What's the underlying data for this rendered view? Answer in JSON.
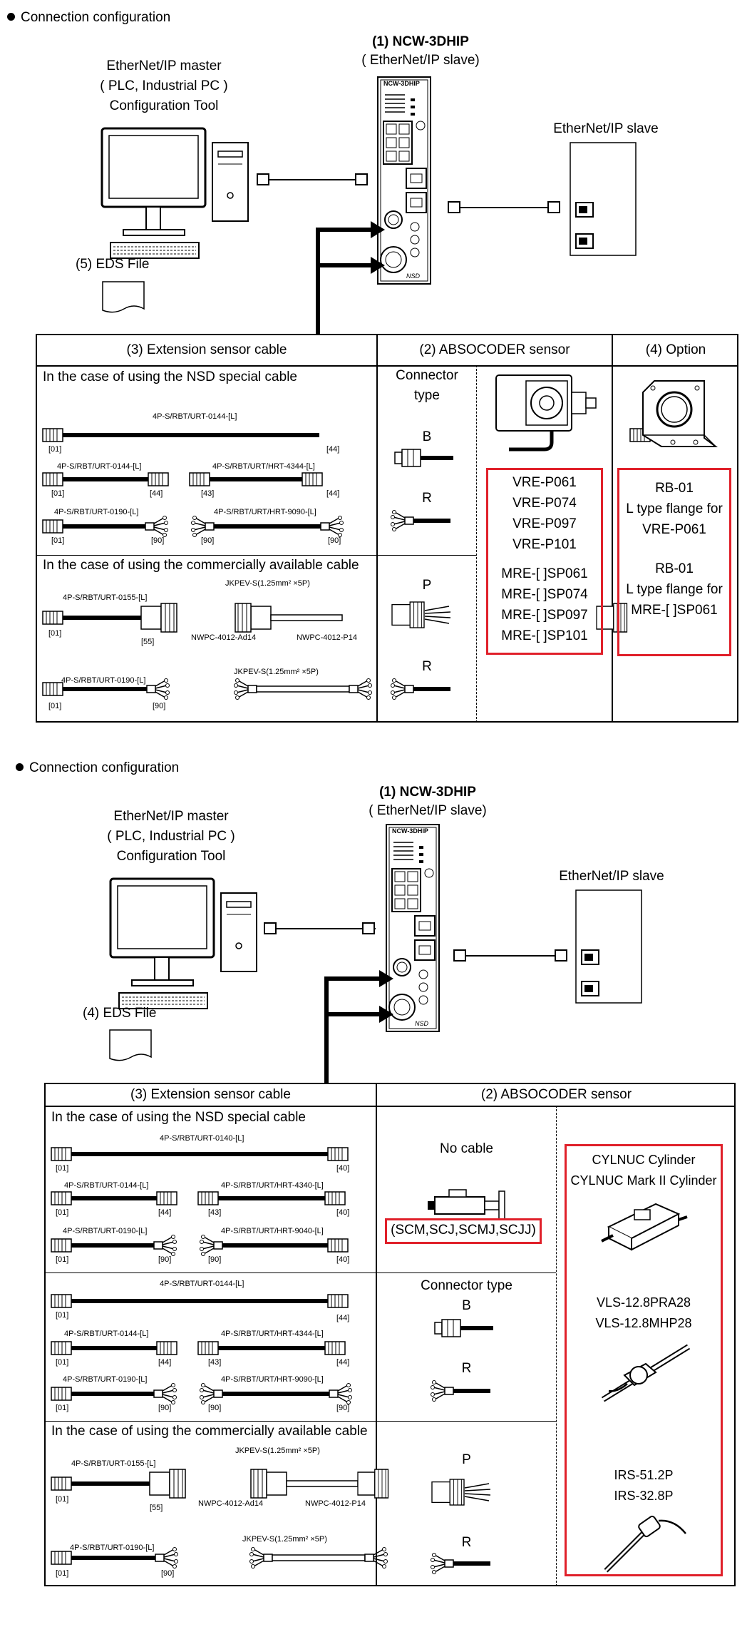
{
  "section_heading": "Connection configuration",
  "top": {
    "device_title": "(1) NCW-3DHIP",
    "device_subtitle": "( EtherNet/IP slave)",
    "device_label": "NCW-3DHIP",
    "master_lines": [
      "EtherNet/IP master",
      "( PLC, Industrial PC )",
      "Configuration Tool"
    ],
    "slave_label": "EtherNet/IP slave",
    "eds_label": "(5) EDS File",
    "col_ext": "(3) Extension sensor cable",
    "col_abs": "(2) ABSOCODER sensor",
    "col_opt": "(4) Option",
    "nsd_heading": "In the case of using the NSD special cable",
    "comm_heading": "In the case of using the commercially available cable",
    "connector_type": [
      "Connector",
      "type"
    ],
    "conn_B": "B",
    "conn_R": "R",
    "conn_P": "P",
    "conn_R2": "R",
    "cables": {
      "c1": "4P-S/RBT/URT-0144-[L]",
      "c1a": "[01]",
      "c1b": "[44]",
      "c2": "4P-S/RBT/URT-0144-[L]",
      "c2a": "[01]",
      "c2b": "[44]",
      "c3": "4P-S/RBT/URT/HRT-4344-[L]",
      "c3a": "[43]",
      "c3b": "[44]",
      "c4": "4P-S/RBT/URT-0190-[L]",
      "c4a": "[01]",
      "c4b": "[90]",
      "c5": "4P-S/RBT/URT/HRT-9090-[L]",
      "c5a": "[90]",
      "c5b": "[90]",
      "c6": "4P-S/RBT/URT-0155-[L]",
      "c6a": "[01]",
      "c6b": "[55]",
      "c7": "JKPEV-S(1.25mm² ×5P)",
      "c7a": "NWPC-4012-Ad14",
      "c7b": "NWPC-4012-P14",
      "c8": "4P-S/RBT/URT-0190-[L]",
      "c8a": "[01]",
      "c8b": "[90]",
      "c9": "JKPEV-S(1.25mm² ×5P)"
    },
    "sensors": [
      "VRE-P061",
      "VRE-P074",
      "VRE-P097",
      "VRE-P101",
      "MRE-[ ]SP061",
      "MRE-[ ]SP074",
      "MRE-[ ]SP097",
      "MRE-[ ]SP101"
    ],
    "options": [
      "RB-01",
      "L type flange for",
      "VRE-P061",
      "RB-01",
      "L type flange for",
      "MRE-[ ]SP061"
    ]
  },
  "bottom": {
    "device_title": "(1) NCW-3DHIP",
    "device_subtitle": "( EtherNet/IP slave)",
    "device_label": "NCW-3DHIP",
    "master_lines": [
      "EtherNet/IP master",
      "( PLC, Industrial PC )",
      "Configuration Tool"
    ],
    "slave_label": "EtherNet/IP slave",
    "eds_label": "(4) EDS File",
    "col_ext": "(3) Extension sensor cable",
    "col_abs": "(2) ABSOCODER sensor",
    "nsd_heading": "In the case of using the NSD special cable",
    "comm_heading": "In the case of using the commercially available cable",
    "no_cable": "No cable",
    "scm_label": "(SCM,SCJ,SCMJ,SCJJ)",
    "connector_type": "Connector type",
    "conn_B": "B",
    "conn_R": "R",
    "conn_P": "P",
    "conn_R2": "R",
    "cables": {
      "d1": "4P-S/RBT/URT-0140-[L]",
      "d1a": "[01]",
      "d1b": "[40]",
      "d2": "4P-S/RBT/URT-0144-[L]",
      "d2a": "[01]",
      "d2b": "[44]",
      "d3": "4P-S/RBT/URT/HRT-4340-[L]",
      "d3a": "[43]",
      "d3b": "[40]",
      "d4": "4P-S/RBT/URT-0190-[L]",
      "d4a": "[01]",
      "d4b": "[90]",
      "d5": "4P-S/RBT/URT/HRT-9040-[L]",
      "d5a": "[90]",
      "d5b": "[40]",
      "e1": "4P-S/RBT/URT-0144-[L]",
      "e1a": "[01]",
      "e1b": "[44]",
      "e2": "4P-S/RBT/URT-0144-[L]",
      "e2a": "[01]",
      "e2b": "[44]",
      "e3": "4P-S/RBT/URT/HRT-4344-[L]",
      "e3a": "[43]",
      "e3b": "[44]",
      "e4": "4P-S/RBT/URT-0190-[L]",
      "e4a": "[01]",
      "e4b": "[90]",
      "e5": "4P-S/RBT/URT/HRT-9090-[L]",
      "e5a": "[90]",
      "e5b": "[90]",
      "f1": "4P-S/RBT/URT-0155-[L]",
      "f1a": "[01]",
      "f1b": "[55]",
      "f2": "JKPEV-S(1.25mm² ×5P)",
      "f2a": "NWPC-4012-Ad14",
      "f2b": "NWPC-4012-P14",
      "f3": "4P-S/RBT/URT-0190-[L]",
      "f3a": "[01]",
      "f3b": "[90]",
      "f4": "JKPEV-S(1.25mm² ×5P)"
    },
    "sensors": [
      "CYLNUC Cylinder",
      "CYLNUC Mark II   Cylinder",
      "VLS-12.8PRA28",
      "VLS-12.8MHP28",
      "IRS-51.2P",
      "IRS-32.8P"
    ]
  }
}
